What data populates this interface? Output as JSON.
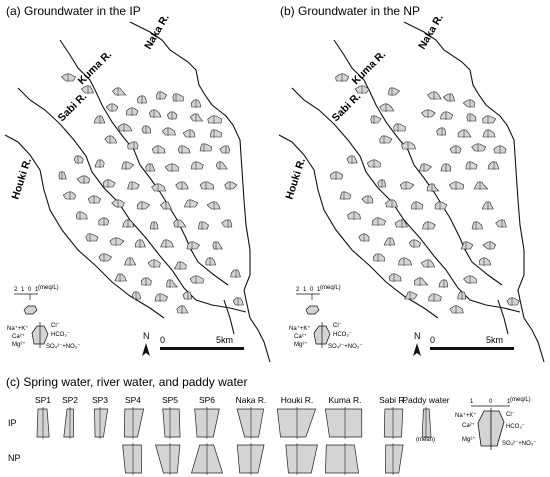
{
  "panel_a": {
    "title": "(a) Groundwater in the IP",
    "rivers": {
      "naka": "Naka R.",
      "kuma": "Kuma R.",
      "sabi": "Sabi R.",
      "houki": "Houki R."
    }
  },
  "panel_b": {
    "title": "(b) Groundwater in the NP",
    "rivers": {
      "naka": "Naka R.",
      "kuma": "Kuma R.",
      "sabi": "Sabi R.",
      "houki": "Houki R."
    }
  },
  "scale": {
    "unit": "(meq/L)",
    "ticks": [
      "2",
      "1",
      "0",
      "1"
    ]
  },
  "legend": {
    "cations_top": "Na⁺+K⁺",
    "ca": "Ca²⁺",
    "mg": "Mg²⁺",
    "cl": "Cl⁻",
    "hco3": "HCO₃⁻",
    "so4": "SO₄²⁻+NO₃⁻"
  },
  "map_scale": {
    "north": "N",
    "zero": "0",
    "distance": "5km"
  },
  "panel_c": {
    "title": "(c) Spring water, river water, and paddy water",
    "row_ip": "IP",
    "row_np": "NP",
    "sites": [
      "SP1",
      "SP2",
      "SP3",
      "SP4",
      "SP5",
      "SP6",
      "Naka R.",
      "Houki R.",
      "Kuma R.",
      "Sabi R.",
      "Paddy water"
    ],
    "mean": "(mean)",
    "scale_unit": "(meq/L)",
    "scale_ticks": [
      "1",
      "0",
      "1"
    ]
  }
}
